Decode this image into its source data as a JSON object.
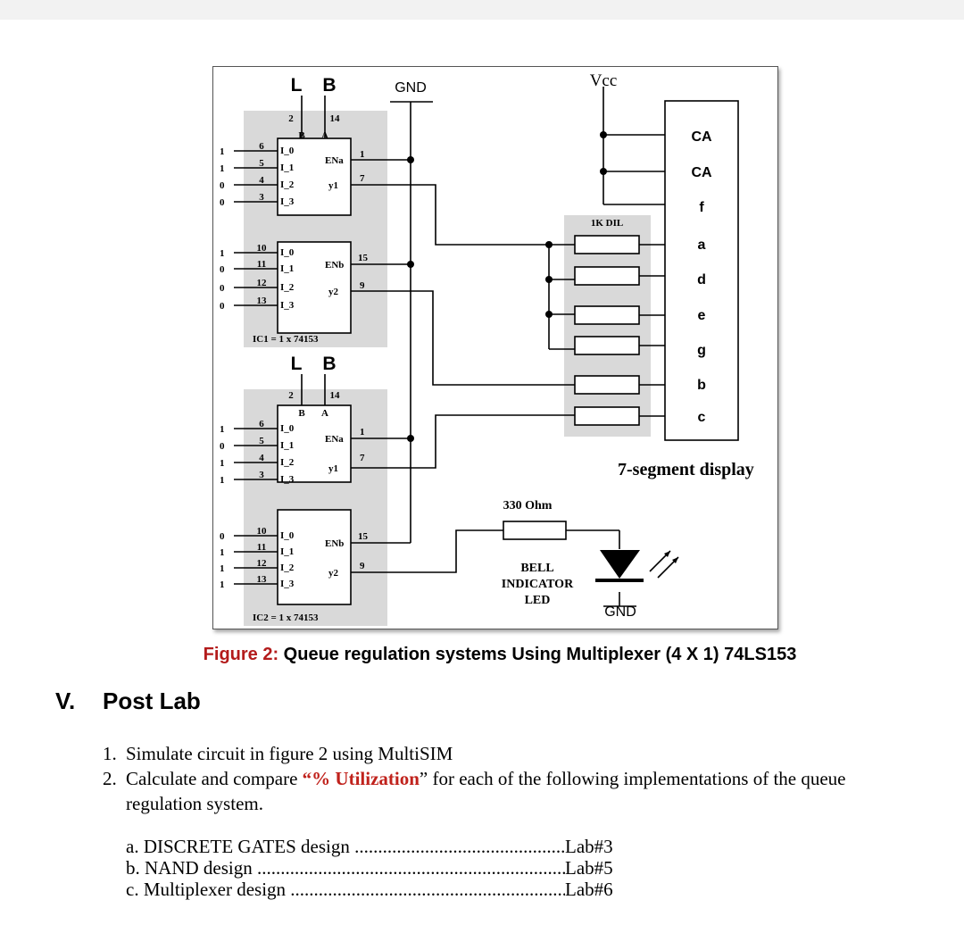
{
  "figure": {
    "ic1": {
      "top_labels": [
        "L",
        "B"
      ],
      "top_pins": [
        "2",
        "14"
      ],
      "top_pin_names": [
        "B",
        "A"
      ],
      "upper_inputs": [
        "1",
        "1",
        "0",
        "0"
      ],
      "upper_pins": [
        "6",
        "5",
        "4",
        "3"
      ],
      "lower_inputs": [
        "1",
        "0",
        "0",
        "0"
      ],
      "lower_pins": [
        "10",
        "11",
        "12",
        "13"
      ],
      "input_names": [
        "I_0",
        "I_1",
        "I_2",
        "I_3"
      ],
      "en_a": "ENa",
      "out_1": "y1",
      "en_b": "ENb",
      "out_2": "y2",
      "out_pins": [
        "1",
        "7",
        "15",
        "9"
      ],
      "name": "IC1 = 1 x 74153"
    },
    "ic2": {
      "top_labels": [
        "L",
        "B"
      ],
      "top_pins": [
        "2",
        "14"
      ],
      "top_pin_names": [
        "B",
        "A"
      ],
      "upper_inputs": [
        "1",
        "0",
        "1",
        "1"
      ],
      "upper_pins": [
        "6",
        "5",
        "4",
        "3"
      ],
      "lower_inputs": [
        "0",
        "1",
        "1",
        "1"
      ],
      "lower_pins": [
        "10",
        "11",
        "12",
        "13"
      ],
      "input_names": [
        "I_0",
        "I_1",
        "I_2",
        "I_3"
      ],
      "en_a": "ENa",
      "out_1": "y1",
      "en_b": "ENb",
      "out_2": "y2",
      "out_pins": [
        "1",
        "7",
        "15",
        "9"
      ],
      "name": "IC2 = 1 x 74153"
    },
    "gnd_top": "GND",
    "vcc": "Vcc",
    "dil": "1K DIL",
    "segments": [
      "CA",
      "CA",
      "f",
      "a",
      "d",
      "e",
      "g",
      "b",
      "c"
    ],
    "display_label": "7-segment display",
    "resistor_label": "330 Ohm",
    "led_label": [
      "BELL",
      "INDICATOR",
      "LED"
    ],
    "gnd_bottom": "GND"
  },
  "caption": {
    "label": "Figure 2:",
    "text": " Queue regulation systems Using Multiplexer (4 X 1) 74LS153"
  },
  "section": {
    "number": "V.",
    "title": "Post Lab"
  },
  "steps": [
    {
      "num": "1.",
      "text": "Simulate circuit in figure 2 using MultiSIM"
    },
    {
      "num": "2.",
      "pre": "Calculate and compare ",
      "highlight": "“% Utilization",
      "post": "” for each of the following implementations of the queue regulation system."
    }
  ],
  "designs": [
    {
      "label": "a.  DISCRETE GATES design",
      "lab": "Lab#3"
    },
    {
      "label": "b.  NAND design",
      "lab": "Lab#5"
    },
    {
      "label": "c.  Multiplexer design",
      "lab": "Lab#6"
    }
  ]
}
